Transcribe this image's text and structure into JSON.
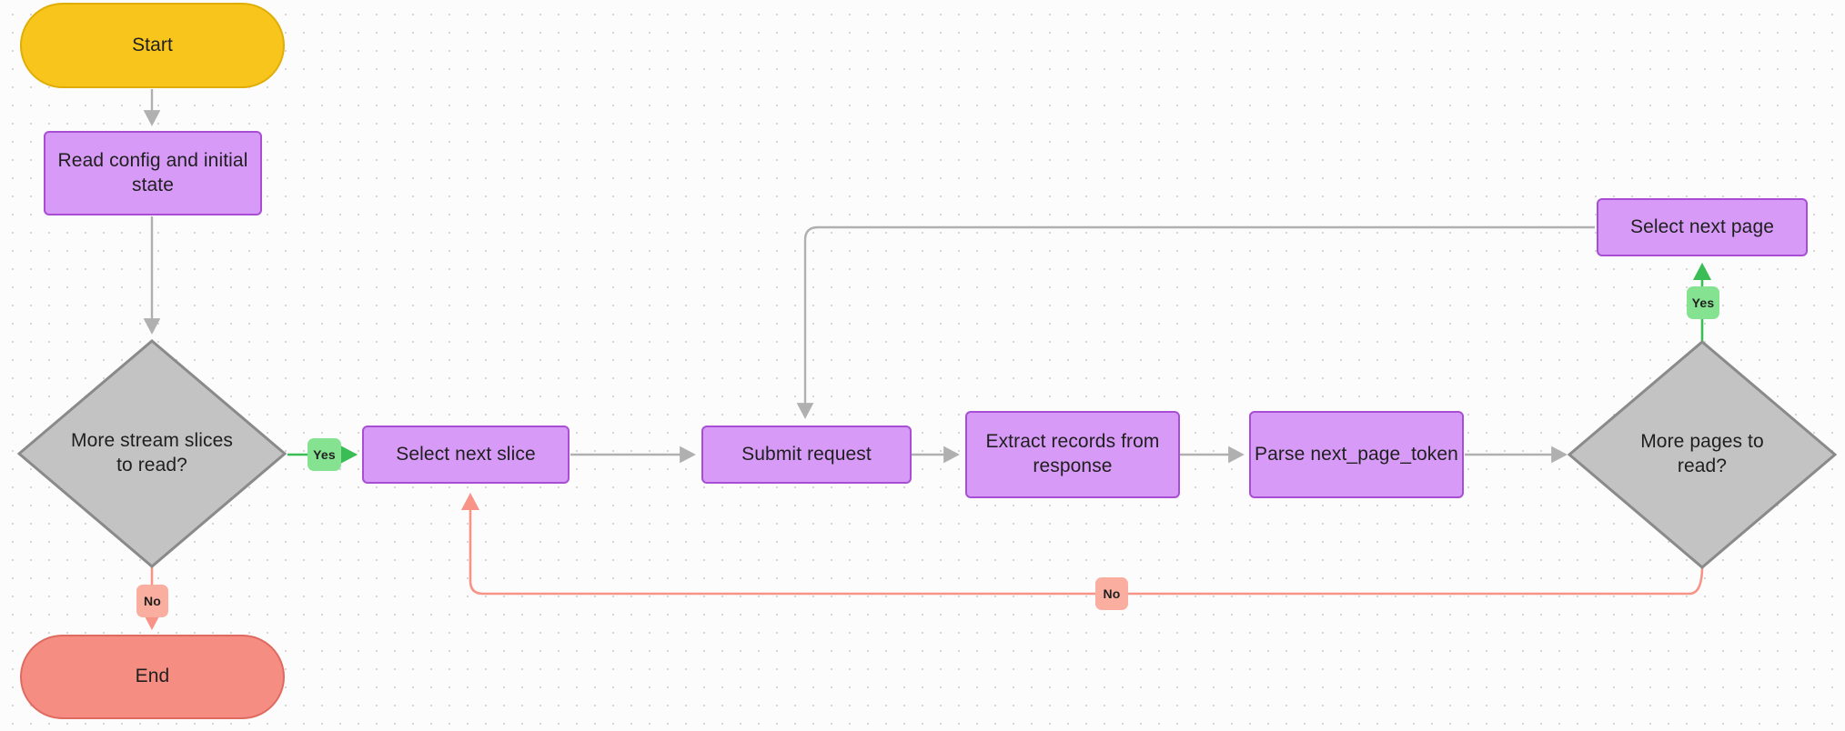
{
  "diagram": {
    "title": "Stream read pagination flowchart",
    "background": "#fcfcfc",
    "colors": {
      "start_fill": "#f8c51d",
      "start_border": "#e0ad05",
      "end_fill": "#f68d82",
      "end_border": "#df6a5f",
      "process_fill": "#d79bf7",
      "process_border": "#a74ed4",
      "decision_fill": "#c3c3c3",
      "decision_border": "#8a8a8a",
      "edge_default": "#b0b0b0",
      "edge_yes": "#3bbd55",
      "edge_no": "#f79387",
      "badge_yes": "#85e291",
      "badge_no": "#faae9f"
    }
  },
  "nodes": [
    {
      "id": "start",
      "label": "Start",
      "shape": "terminal"
    },
    {
      "id": "read-config",
      "label": "Read config and initial state",
      "shape": "process"
    },
    {
      "id": "more-slices",
      "label": "More stream slices to read?",
      "shape": "decision"
    },
    {
      "id": "end",
      "label": "End",
      "shape": "terminal"
    },
    {
      "id": "select-slice",
      "label": "Select next slice",
      "shape": "process"
    },
    {
      "id": "submit-request",
      "label": "Submit request",
      "shape": "process"
    },
    {
      "id": "extract-records",
      "label": "Extract records from response",
      "shape": "process"
    },
    {
      "id": "parse-token",
      "label": "Parse next_page_token",
      "shape": "process"
    },
    {
      "id": "more-pages",
      "label": "More pages to read?",
      "shape": "decision"
    },
    {
      "id": "select-page",
      "label": "Select next page",
      "shape": "process"
    }
  ],
  "edges": [
    {
      "id": "start-to-read",
      "from": "start",
      "to": "read-config",
      "label": "",
      "color": "#b0b0b0"
    },
    {
      "id": "read-to-more-slices",
      "from": "read-config",
      "to": "more-slices",
      "label": "",
      "color": "#b0b0b0"
    },
    {
      "id": "more-slices-yes",
      "from": "more-slices",
      "to": "select-slice",
      "label": "Yes",
      "color": "#3bbd55"
    },
    {
      "id": "more-slices-no",
      "from": "more-slices",
      "to": "end",
      "label": "No",
      "color": "#f79387"
    },
    {
      "id": "slice-to-submit",
      "from": "select-slice",
      "to": "submit-request",
      "label": "",
      "color": "#b0b0b0"
    },
    {
      "id": "submit-to-extract",
      "from": "submit-request",
      "to": "extract-records",
      "label": "",
      "color": "#b0b0b0"
    },
    {
      "id": "extract-to-parse",
      "from": "extract-records",
      "to": "parse-token",
      "label": "",
      "color": "#b0b0b0"
    },
    {
      "id": "parse-to-more-pages",
      "from": "parse-token",
      "to": "more-pages",
      "label": "",
      "color": "#b0b0b0"
    },
    {
      "id": "more-pages-yes",
      "from": "more-pages",
      "to": "select-page",
      "label": "Yes",
      "color": "#3bbd55"
    },
    {
      "id": "select-page-to-submit",
      "from": "select-page",
      "to": "submit-request",
      "label": "",
      "color": "#b0b0b0"
    },
    {
      "id": "more-pages-no",
      "from": "more-pages",
      "to": "select-slice",
      "label": "No",
      "color": "#f79387"
    }
  ],
  "labels": {
    "start": "Start",
    "read_config": "Read config and initial state",
    "more_slices": "More stream slices to read?",
    "end": "End",
    "select_slice": "Select next slice",
    "submit_request": "Submit request",
    "extract_records": "Extract records from response",
    "parse_token": "Parse next_page_token",
    "more_pages": "More pages to read?",
    "select_page": "Select next page",
    "yes_slices": "Yes",
    "no_slices": "No",
    "yes_pages": "Yes",
    "no_pages": "No"
  }
}
